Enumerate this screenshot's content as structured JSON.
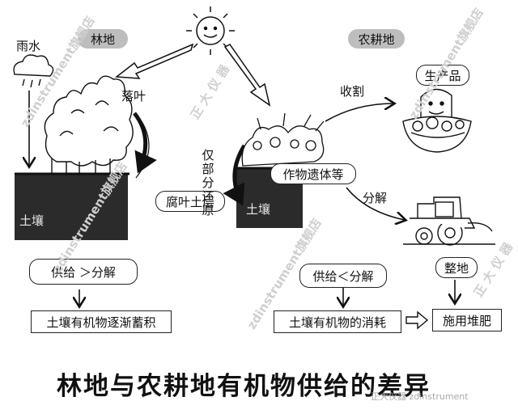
{
  "forest": {
    "tag": "林地",
    "rain": "雨水",
    "litter": "落叶",
    "humus_layer": "腐叶土层",
    "soil": "土壤",
    "balance": "供给 ＞分解",
    "result": "土壤有机物逐渐蓄积"
  },
  "farm": {
    "tag": "农耕地",
    "harvest": "收割",
    "produce": "生产品",
    "partial_return": "仅部分还原",
    "residue": "作物遗体等",
    "decompose": "分解",
    "soil": "土壤",
    "tillage": "整地",
    "balance": "供给＜分解",
    "consumption": "土壤有机物的消耗",
    "compost": "施用堆肥"
  },
  "title": "林地与农耕地有机物供给的差异",
  "watermark": {
    "brand_a": "正 大 仪 器",
    "brand_b": "zdinstrument旗舰店",
    "logo_text": "正大仪器 zdinstrument"
  },
  "colors": {
    "soil": "#2b2b2b",
    "tag_bg": "#bdbdbd",
    "watermark": "#cfcfcf"
  }
}
